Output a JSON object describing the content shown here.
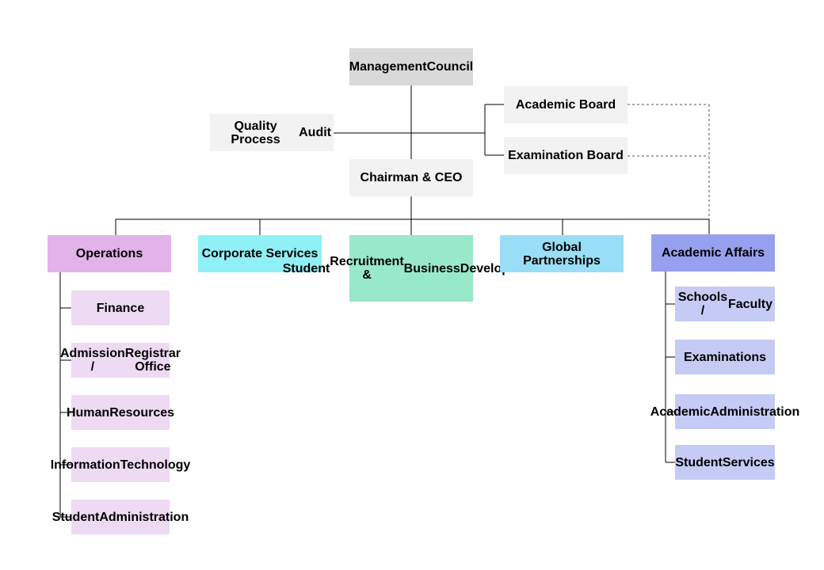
{
  "colors": {
    "line": "#000000",
    "dashed_line": "#555555",
    "top_box": "#d9d9d9",
    "neutral_box": "#f2f2f2",
    "operations": "#e1b3e9",
    "operations_sub": "#eedaf3",
    "corporate_services": "#8ff0f5",
    "student_recruitment": "#98e9c9",
    "global_partnerships": "#98def7",
    "academic_affairs": "#97a0ee",
    "academic_affairs_sub": "#c6cbf5"
  },
  "top": {
    "management_council": [
      "Management",
      "Council"
    ],
    "quality_process_audit": [
      "Quality Process",
      "Audit"
    ],
    "chairman_ceo": [
      "Chairman & CEO"
    ],
    "academic_board": [
      "Academic Board"
    ],
    "examination_board": [
      "Examination Board"
    ]
  },
  "departments": {
    "operations": [
      "Operations"
    ],
    "corporate_services": [
      "Corporate Services"
    ],
    "student_recruitment": [
      "Student",
      "Recruitment &",
      "Business",
      "Development"
    ],
    "global_partnerships": [
      "Global Partnerships"
    ],
    "academic_affairs": [
      "Academic Affairs"
    ]
  },
  "operations_units": [
    [
      "Finance"
    ],
    [
      "Admission /",
      "Registrar Office"
    ],
    [
      "Human",
      "Resources"
    ],
    [
      "Information",
      "Technology"
    ],
    [
      "Student",
      "Administration"
    ]
  ],
  "academic_affairs_units": [
    [
      "Schools /",
      "Faculty"
    ],
    [
      "Examinations"
    ],
    [
      "Academic",
      "Administration"
    ],
    [
      "Student",
      "Services"
    ]
  ]
}
